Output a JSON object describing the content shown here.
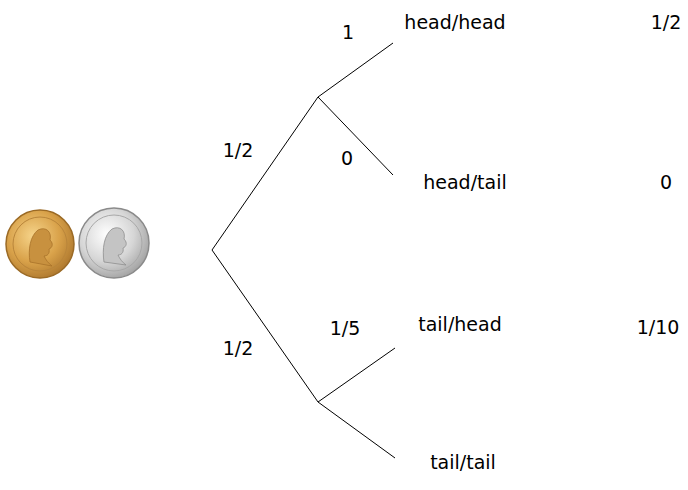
{
  "diagram": {
    "labels": [
      "1/2",
      "1",
      "head/head",
      "1/2",
      "0",
      "head/tail",
      "0",
      "1/2",
      "1/5",
      "tail/head",
      "1/10",
      "tail/tail"
    ]
  }
}
